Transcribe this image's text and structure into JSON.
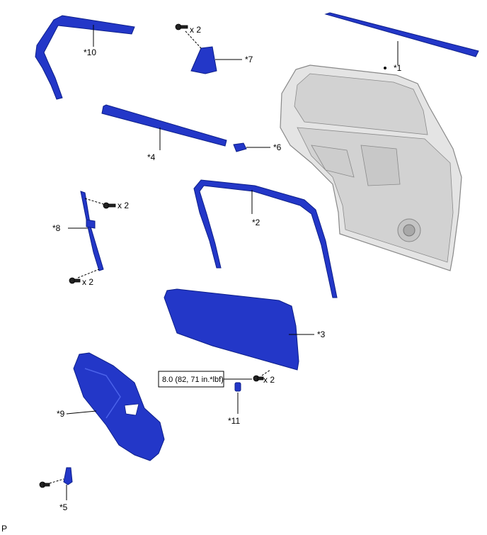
{
  "labels": {
    "p1": "*1",
    "p2": "*2",
    "p3": "*3",
    "p4": "*4",
    "p5": "*5",
    "p6": "*6",
    "p7": "*7",
    "p8": "*8",
    "p9": "*9",
    "p10": "*10",
    "p11": "*11"
  },
  "quantities": {
    "q7": "x 2",
    "q8_top": "x 2",
    "q8_bottom": "x 2",
    "q3": "x 2"
  },
  "torque": "8.0 (82, 71 in.*lbf)",
  "corner_mark": "P",
  "colors": {
    "part_blue": "#2337c8",
    "door_gray": "#e4e4e4"
  }
}
